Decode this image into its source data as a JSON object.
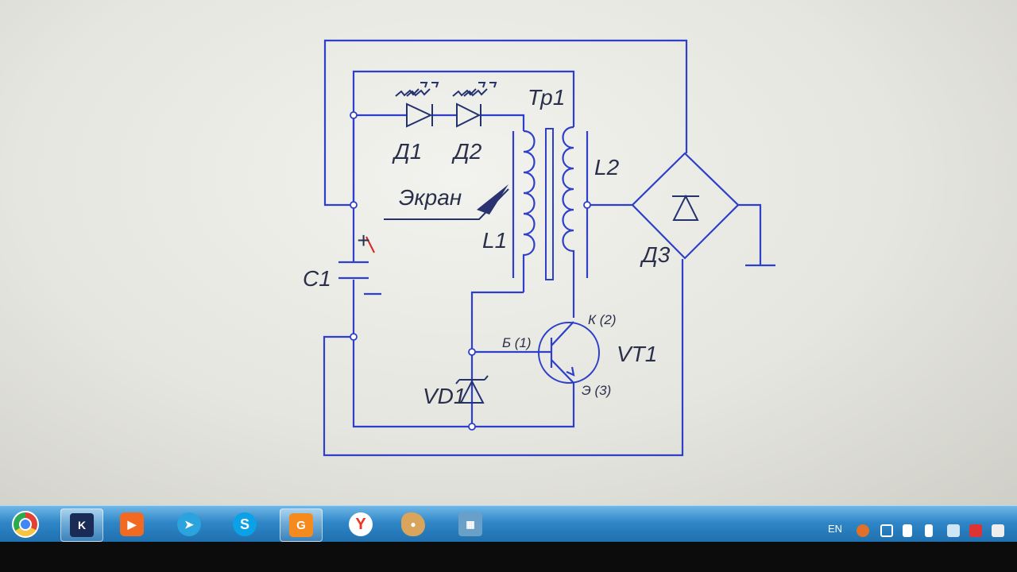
{
  "schematic": {
    "transformer": "Тр1",
    "coil_primary": "L1",
    "coil_secondary": "L2",
    "screen": "Экран",
    "led1": "Д1",
    "led2": "Д2",
    "bridge": "Д3",
    "capacitor": "С1",
    "cap_plus": "+",
    "cap_minus": "—",
    "transistor": "VT1",
    "zener": "VD1",
    "pin_base": "Б (1)",
    "pin_collector": "К (2)",
    "pin_emitter": "Э (3)"
  },
  "taskbar": {
    "apps": [
      {
        "name": "chrome",
        "color": "#e34133"
      },
      {
        "name": "kompas",
        "color": "#1a2b55"
      },
      {
        "name": "player",
        "color": "#f26a21"
      },
      {
        "name": "telegram",
        "color": "#2aa3de"
      },
      {
        "name": "skype",
        "color": "#0aa1e6"
      },
      {
        "name": "pdf",
        "color": "#f58a1f"
      },
      {
        "name": "yandex",
        "color": "#ffffff"
      },
      {
        "name": "paint",
        "color": "#d9a45c"
      },
      {
        "name": "control-panel",
        "color": "#6aa0c8"
      }
    ],
    "tray_lang": "EN"
  }
}
